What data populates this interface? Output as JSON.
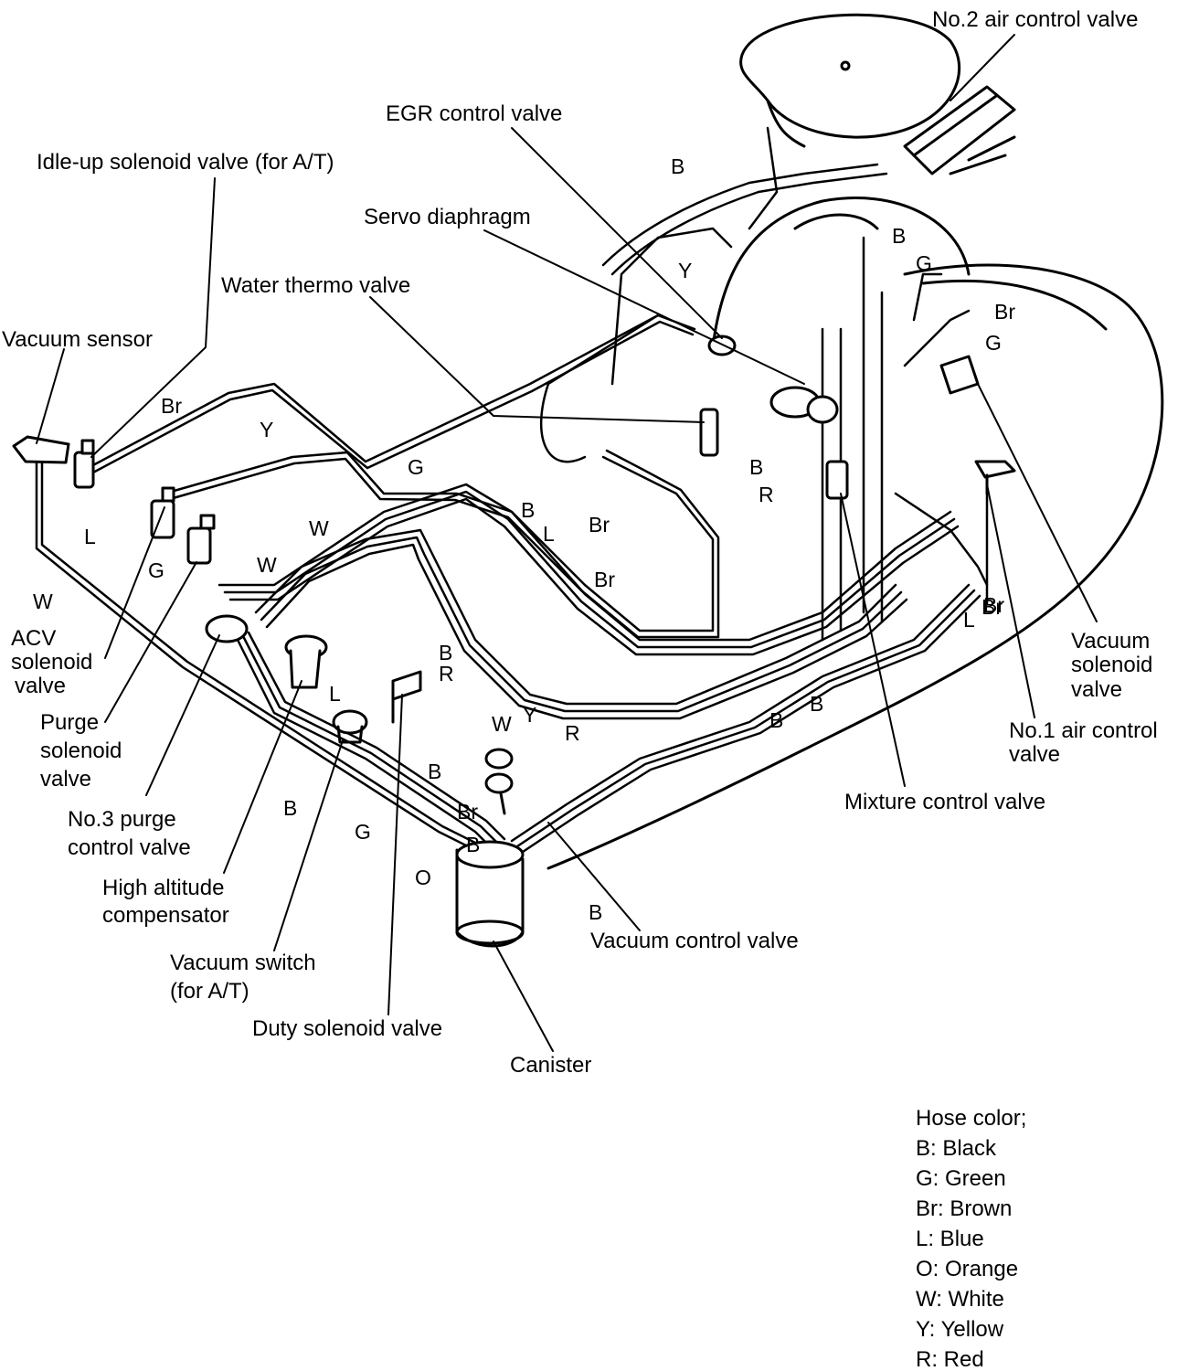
{
  "components": {
    "no2_air_control_valve": "No.2 air control valve",
    "egr_control_valve": "EGR control valve",
    "idle_up_solenoid_valve": "Idle-up solenoid valve (for A/T)",
    "servo_diaphragm": "Servo diaphragm",
    "water_thermo_valve": "Water thermo valve",
    "vacuum_sensor": "Vacuum sensor",
    "acv_solenoid_valve": [
      "ACV",
      "solenoid",
      "valve"
    ],
    "purge_solenoid_valve": [
      "Purge",
      "solenoid",
      "valve"
    ],
    "no3_purge_control_valve": [
      "No.3 purge",
      "control valve"
    ],
    "high_altitude_compensator": [
      "High altitude",
      "compensator"
    ],
    "vacuum_switch": [
      "Vacuum switch",
      "(for A/T)"
    ],
    "duty_solenoid_valve": "Duty solenoid valve",
    "canister": "Canister",
    "vacuum_control_valve": "Vacuum control valve",
    "mixture_control_valve": "Mixture control valve",
    "no1_air_control_valve": [
      "No.1 air control",
      "valve"
    ],
    "vacuum_solenoid_valve": [
      "Vacuum",
      "solenoid",
      "valve"
    ]
  },
  "hose_codes": [
    "B",
    "Y",
    "B",
    "G",
    "Br",
    "G",
    "Br",
    "Br",
    "Y",
    "G",
    "B",
    "L",
    "G",
    "W",
    "W",
    "W",
    "B",
    "L",
    "Br",
    "R",
    "Br",
    "B",
    "B",
    "R",
    "L",
    "L",
    "Br",
    "B",
    "B",
    "W",
    "Y",
    "R",
    "B",
    "Br",
    "B",
    "G",
    "B",
    "O",
    "B"
  ],
  "legend": {
    "title": "Hose color;",
    "items": [
      "B: Black",
      "G: Green",
      "Br: Brown",
      "L: Blue",
      "O: Orange",
      "W: White",
      "Y: Yellow",
      "R: Red"
    ]
  }
}
